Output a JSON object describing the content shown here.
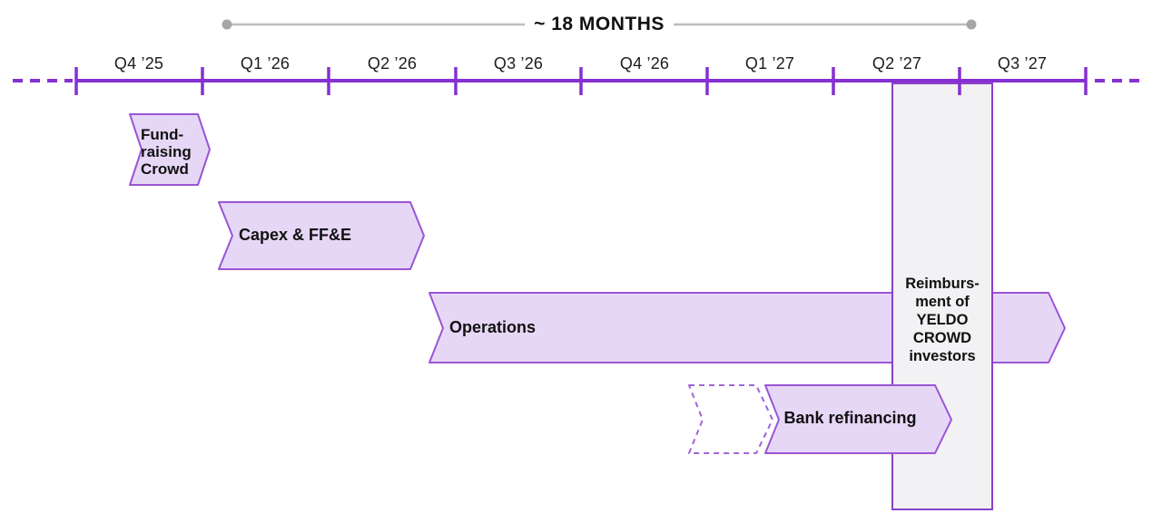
{
  "header": {
    "duration_label": "~ 18 MONTHS",
    "bracket_span": "Q1 ’26 – Q2 ’27"
  },
  "timeline": {
    "quarters": [
      {
        "label": "Q4 ’25"
      },
      {
        "label": "Q1 ’26"
      },
      {
        "label": "Q2 ’26"
      },
      {
        "label": "Q3 ’26"
      },
      {
        "label": "Q4 ’26"
      },
      {
        "label": "Q1 ’27"
      },
      {
        "label": "Q2 ’27"
      },
      {
        "label": "Q3 ’27"
      }
    ]
  },
  "bars": {
    "fundraising": {
      "lines": [
        "Fund-",
        "raising",
        "Crowd"
      ],
      "quarter_span": "Q4 ’25"
    },
    "capex": {
      "label": "Capex & FF&E",
      "quarter_span": "Q1 ’26 – Q2 ’26"
    },
    "operations": {
      "label": "Operations",
      "quarter_span": "Q3 ’26 – beyond Q3 ’27"
    },
    "bank_refinancing": {
      "label": "Bank refinancing",
      "quarter_span": "Q1 ’27 – Q2 ’27",
      "dashed_lead_in": "Q1 ’27"
    },
    "reimbursement": {
      "lines": [
        "Reimburs-",
        "ment of",
        "YELDO",
        "CROWD",
        "investors"
      ],
      "quarter": "Q2 ’27"
    }
  },
  "colors": {
    "accent_purple": "#8530d2",
    "bar_fill": "#e6d7f6",
    "bar_stroke": "#9a55d4",
    "dashed_stroke": "#a263da",
    "box_fill": "#f2f1f3",
    "box_stroke": "#8a3fc8",
    "bracket_line": "#bdbdbd",
    "bracket_dot": "#a6a6a6",
    "text_color": "#111111"
  }
}
